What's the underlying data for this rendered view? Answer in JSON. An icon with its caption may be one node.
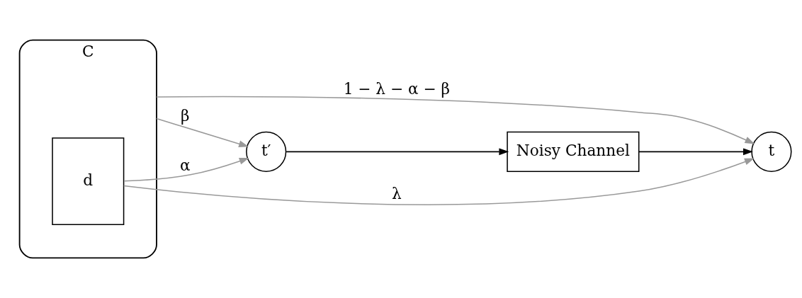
{
  "diagram": {
    "nodes": [
      {
        "text": [
          "C"
        ]
      },
      {
        "text": [
          "d"
        ],
        "in": 0
      },
      {
        "text": [
          "t′"
        ]
      },
      {
        "text": [
          "Noisy Channel"
        ]
      },
      {
        "text": [
          "t"
        ]
      }
    ],
    "edges": [
      {
        "from": 0,
        "to": 4,
        "arrow": "to",
        "label": "1 − λ − α − β"
      },
      {
        "from": 0,
        "to": 2,
        "arrow": "to",
        "label": "β"
      },
      {
        "from": 1,
        "to": 2,
        "arrow": "to",
        "label": "α"
      },
      {
        "from": 2,
        "to": 3,
        "arrow": "to",
        "color": "#000000"
      },
      {
        "from": 3,
        "to": 4,
        "arrow": "to",
        "color": "#000000"
      },
      {
        "from": 1,
        "to": 4,
        "arrow": "to",
        "label": "λ"
      }
    ]
  }
}
